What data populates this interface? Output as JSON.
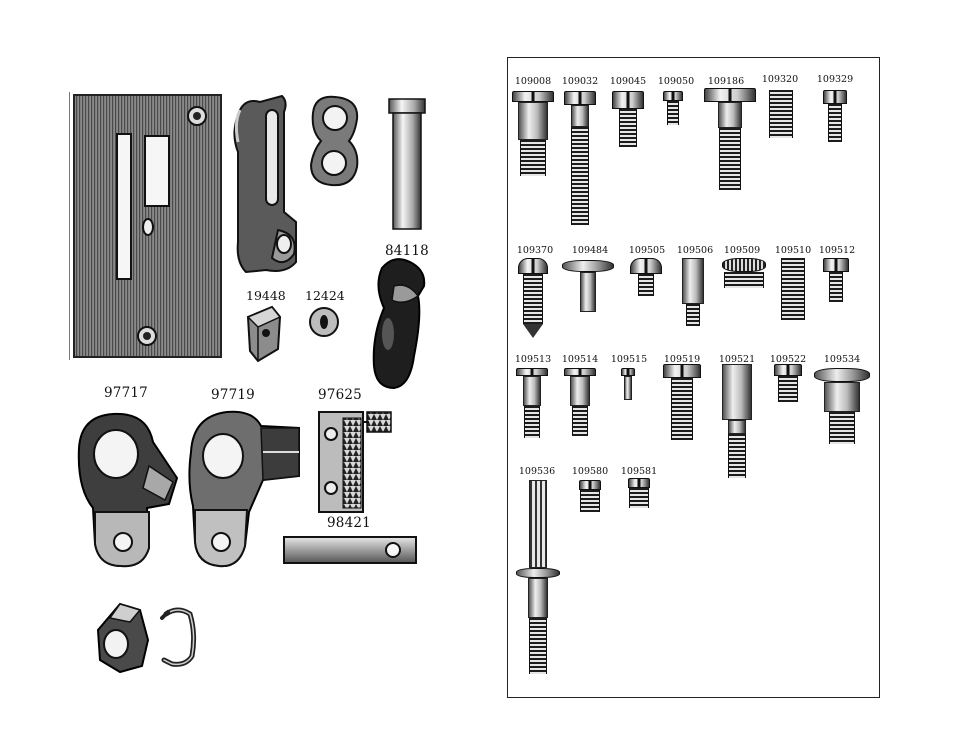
{
  "left_labels": {
    "p19448": "19448",
    "p12424": "12424",
    "p84118": "84118",
    "p97717": "97717",
    "p97719": "97719",
    "p97625": "97625",
    "p98421": "98421"
  },
  "right_screws": [
    {
      "label": "109008"
    },
    {
      "label": "109032"
    },
    {
      "label": "109045"
    },
    {
      "label": "109050"
    },
    {
      "label": "109186"
    },
    {
      "label": "109320"
    },
    {
      "label": "109329"
    },
    {
      "label": "109370"
    },
    {
      "label": "109484"
    },
    {
      "label": "109505"
    },
    {
      "label": "109506"
    },
    {
      "label": "109509"
    },
    {
      "label": "109510"
    },
    {
      "label": "109512"
    },
    {
      "label": "109513"
    },
    {
      "label": "109514"
    },
    {
      "label": "109515"
    },
    {
      "label": "109519"
    },
    {
      "label": "109521"
    },
    {
      "label": "109522"
    },
    {
      "label": "109534"
    },
    {
      "label": "109536"
    },
    {
      "label": "109580"
    },
    {
      "label": "109581"
    }
  ]
}
